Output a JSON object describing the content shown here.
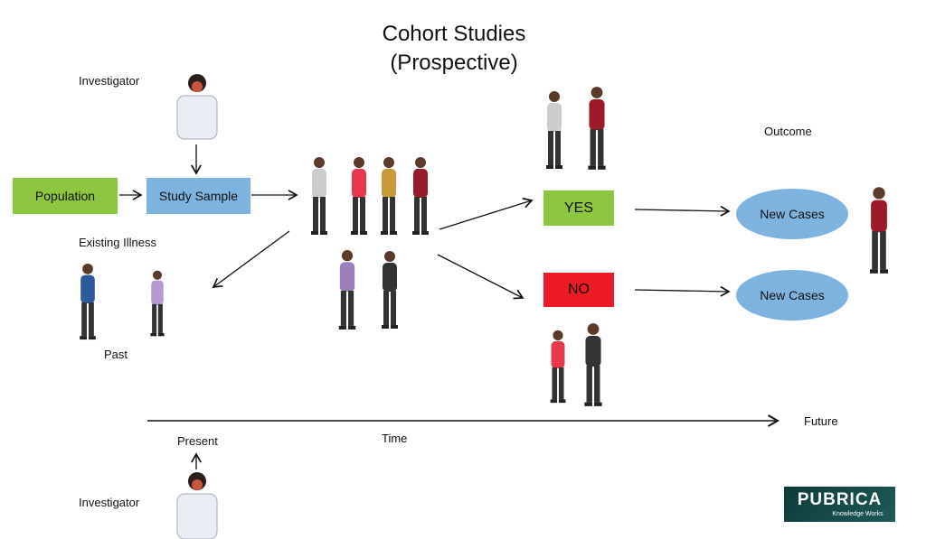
{
  "title": {
    "line1": "Cohort Studies",
    "line2": "(Prospective)"
  },
  "labels": {
    "investigator_top": "Investigator",
    "investigator_bottom": "Investigator",
    "existing_illness": "Existing Illness",
    "past": "Past",
    "present": "Present",
    "time": "Time",
    "future": "Future",
    "outcome": "Outcome"
  },
  "boxes": {
    "population": "Population",
    "study_sample": "Study Sample",
    "yes": "YES",
    "no": "NO"
  },
  "outcomes": [
    "New Cases",
    "New Cases"
  ],
  "logo": {
    "name": "PUBRICA",
    "tagline": "Knowledge Works"
  },
  "colors": {
    "green": "#8dc63f",
    "blue": "#7fb3df",
    "red": "#ed1c24",
    "logo": "#0d3b3a"
  }
}
